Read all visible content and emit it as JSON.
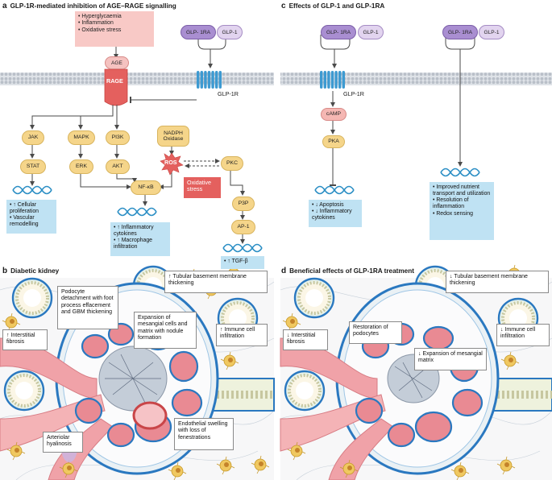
{
  "panel_a": {
    "letter": "a",
    "title": "GLP-1R-mediated inhibition of AGE–RAGE signalling",
    "stress_items": [
      "Hyperglycaemia",
      "Inflammation",
      "Oxidative stress"
    ],
    "age": "AGE",
    "rage": "RAGE",
    "ligand_1ra": "GLP- 1RA",
    "ligand_1": "GLP-1",
    "receptor": "GLP-1R",
    "jak": "JAK",
    "stat": "STAT",
    "mapk": "MAPK",
    "erk": "ERK",
    "pi3k": "PI3K",
    "akt": "AKT",
    "nadph": "NADPH Oxidase",
    "ros": "ROS",
    "pkc": "PKC",
    "nfkb": "NF-κB",
    "oxidative": "Oxidative stress",
    "p3p": "P3P",
    "ap1": "AP-1",
    "box_stat": [
      "↑ Cellular proliferation",
      "Vascular remodelling"
    ],
    "box_nfkb": [
      "↑ Inflammatory cytokines",
      "↑ Macrophage infiltration"
    ],
    "box_ap1": [
      "↑ TGF-β"
    ]
  },
  "panel_b": {
    "letter": "b",
    "title": "Diabetic kidney",
    "callouts": {
      "podocyte": "Podocyte detachment with foot process effacement and GBM thickening",
      "tubular": "↑ Tubular basement membrane thickening",
      "interstitial": "↑ Interstitial fibrosis",
      "mesangial": "Expansion of mesangial cells and matrix with nodule formation",
      "immune": "↑ Immune cell infiltration",
      "arteriolar": "Arteriolar hyalinosis",
      "endothelial": "Endothelial swelling with loss of fenestrations"
    }
  },
  "panel_c": {
    "letter": "c",
    "title": "Effects of GLP-1 and GLP-1RA",
    "ligand_1ra": "GLP- 1RA",
    "ligand_1": "GLP-1",
    "receptor": "GLP-1R",
    "camp": "cAMP",
    "pka": "PKA",
    "box_left": [
      "↓ Apoptosis",
      "↓ Inflammatory cytokines"
    ],
    "box_right": [
      "Improved nutrient transport and utilization",
      "Resolution of inflammation",
      "Redox sensing"
    ]
  },
  "panel_d": {
    "letter": "d",
    "title": "Beneficial effects of GLP-1RA treatment",
    "callouts": {
      "tubular": "↓ Tubular basement membrane thickening",
      "interstitial": "↓ Interstitial fibrosis",
      "restoration": "Restoration of podocytes",
      "immune": "↓ Immune cell infiltration",
      "mesangial": "↓ Expansion of mesangial matrix"
    }
  },
  "colors": {
    "membrane": "#c9ced6",
    "dna": "#2c8fc5",
    "pill": "#f5d58a",
    "blue_box": "#bfe2f3",
    "red_box": "#e4605e",
    "rage": "#e4605e",
    "receptor": "#3d9ad1",
    "ligand": "#a98ed1"
  }
}
